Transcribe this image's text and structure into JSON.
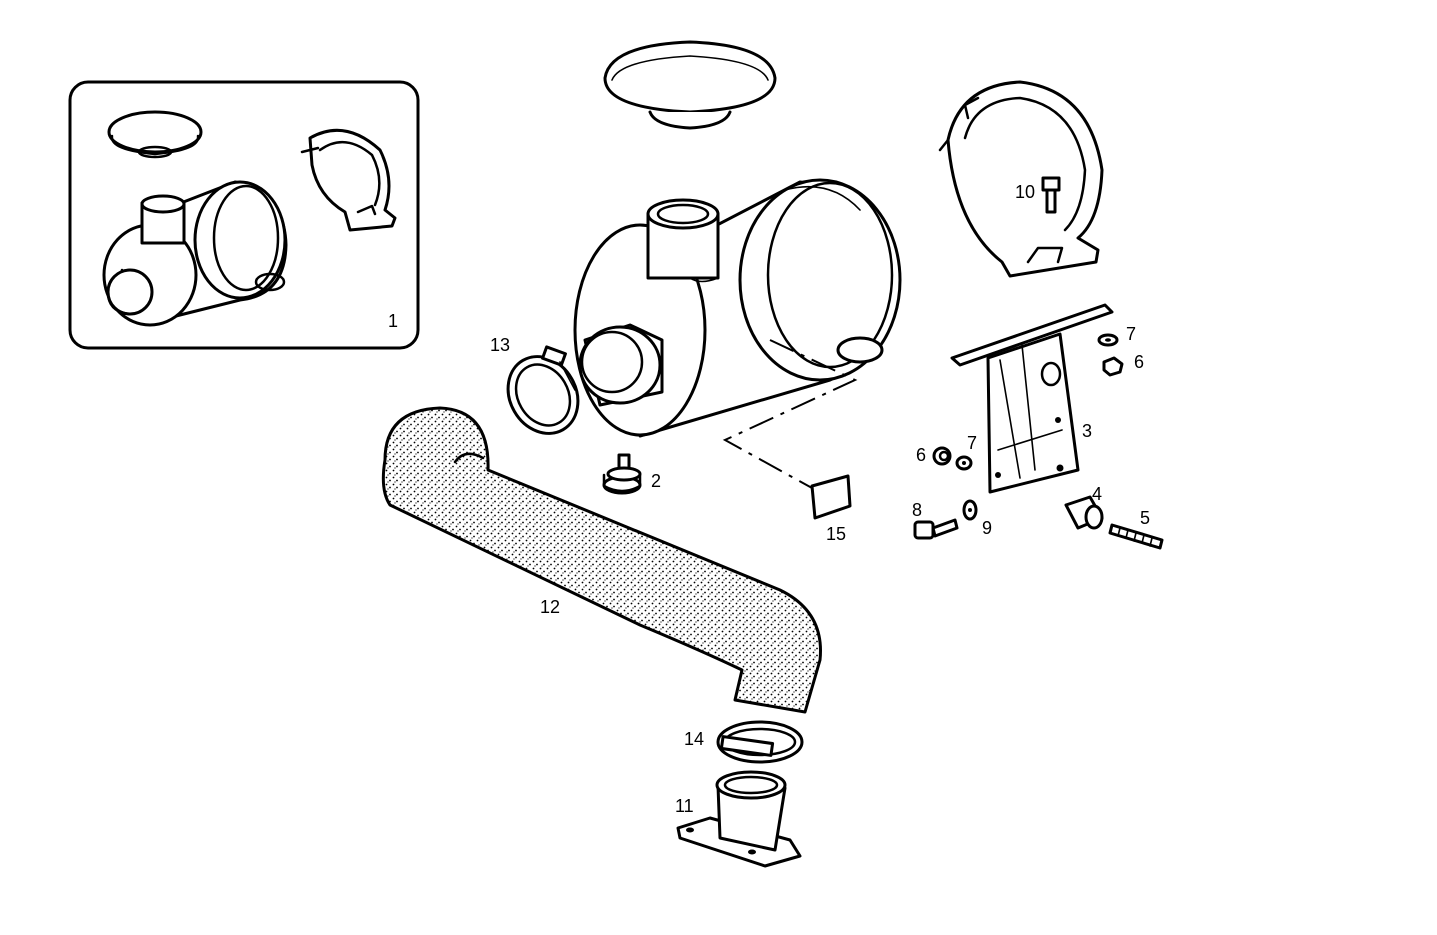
{
  "diagram": {
    "type": "exploded parts diagram",
    "inset_callout": "1",
    "callouts": [
      {
        "id": "part-2",
        "label": "2"
      },
      {
        "id": "part-3",
        "label": "3"
      },
      {
        "id": "part-4",
        "label": "4"
      },
      {
        "id": "part-5",
        "label": "5"
      },
      {
        "id": "part-6a",
        "label": "6"
      },
      {
        "id": "part-6b",
        "label": "6"
      },
      {
        "id": "part-7a",
        "label": "7"
      },
      {
        "id": "part-7b",
        "label": "7"
      },
      {
        "id": "part-8",
        "label": "8"
      },
      {
        "id": "part-9",
        "label": "9"
      },
      {
        "id": "part-10",
        "label": "10"
      },
      {
        "id": "part-11",
        "label": "11"
      },
      {
        "id": "part-12",
        "label": "12"
      },
      {
        "id": "part-13",
        "label": "13"
      },
      {
        "id": "part-14",
        "label": "14"
      },
      {
        "id": "part-15",
        "label": "15"
      }
    ]
  }
}
